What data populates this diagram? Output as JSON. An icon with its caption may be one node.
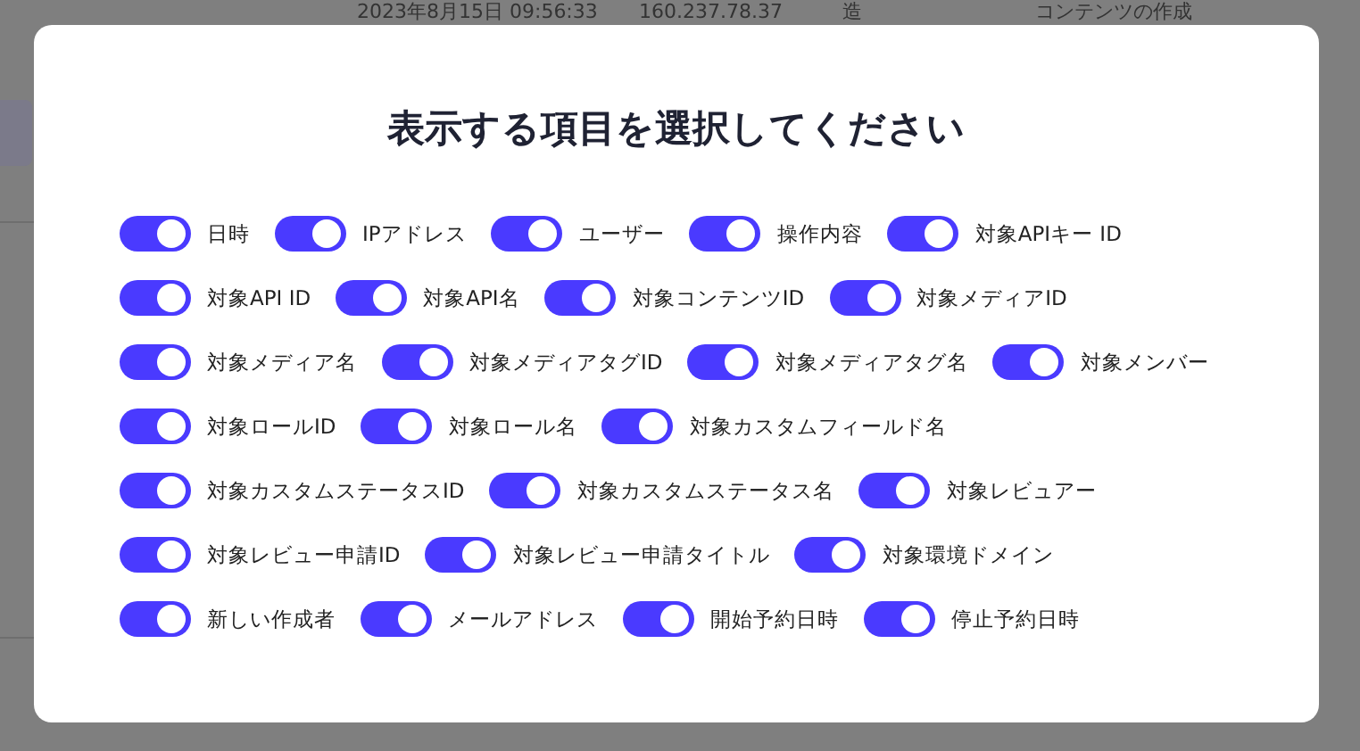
{
  "diagram": {
    "title": "表示する項目を選択してください",
    "labels": [
      "2023年8月15日 09:56:33",
      "160.237.78.37",
      "造",
      "コンテンツの作成",
      "日時",
      "IPアドレス",
      "ユーザー",
      "操作内容",
      "対象APIキー ID",
      "対象API ID",
      "対象API名",
      "対象コンテンツID",
      "対象メディアID",
      "対象メディア名",
      "対象メディアタグID",
      "対象メディアタグ名",
      "対象メンバー",
      "対象ロールID",
      "対象ロール名",
      "対象カスタムフィールド名",
      "対象カスタムステータスID",
      "対象カスタムステータス名",
      "対象レビュアー",
      "対象レビュー申請ID",
      "対象レビュー申請タイトル",
      "対象環境ドメイン",
      "新しい作成者",
      "メールアドレス",
      "開始予約日時",
      "停止予約日時"
    ]
  }
}
